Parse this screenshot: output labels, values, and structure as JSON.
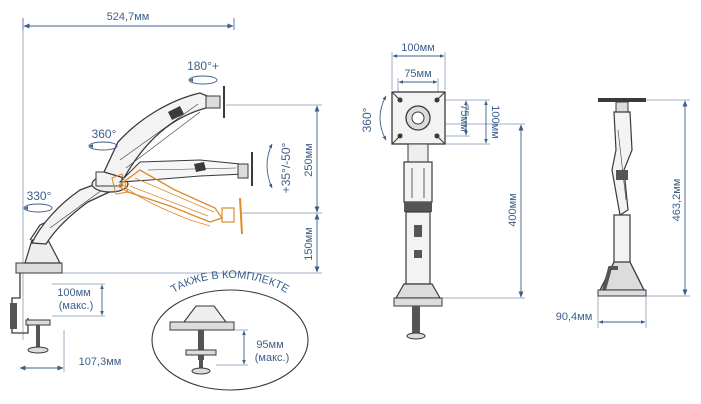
{
  "colors": {
    "dimension": "#3c5f8a",
    "outline": "#3a3a3a",
    "highlight": "#e08a2c",
    "mount_fill": "#dcdcdc",
    "dark_fill": "#555555"
  },
  "side_view": {
    "width_label": "524,7мм",
    "rotation_top_label": "180°+",
    "rotation_mid_label": "360°",
    "rotation_low_label": "330°",
    "tilt_label": "+35°/-50°",
    "height_upper_label": "250мм",
    "height_lower_label": "150мм",
    "clamp_max_label_line1": "100мм",
    "clamp_max_label_line2": "(макс.)",
    "base_depth_label": "107,3мм"
  },
  "inset": {
    "title": "ТАКЖЕ В КОМПЛЕКТЕ",
    "grommet_label_line1": "95мм",
    "grommet_label_line2": "(макс.)"
  },
  "front_view": {
    "vesa_outer_label": "100мм",
    "vesa_inner_label": "75мм",
    "vesa_inner_vertical_label": "75мм",
    "vesa_outer_vertical_label": "100мм",
    "rotation_label": "360°",
    "pole_height_label": "400мм"
  },
  "profile_view": {
    "total_height_label": "463,2мм",
    "base_width_label": "90,4мм"
  },
  "icons": {
    "rotation_arrow": "rotation-arrow-icon",
    "clamp": "desk-clamp-icon"
  }
}
